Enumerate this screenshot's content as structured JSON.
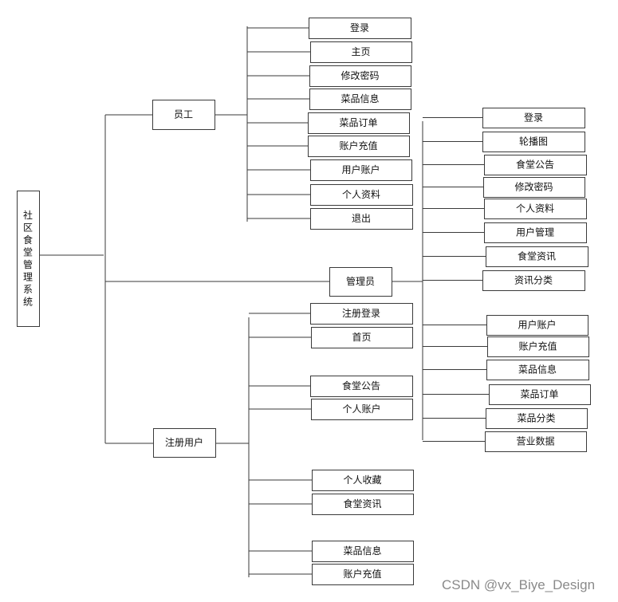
{
  "root": {
    "label": "社区食堂管理系统"
  },
  "branches": {
    "staff": {
      "label": "员工",
      "items": [
        "登录",
        "主页",
        "修改密码",
        "菜品信息",
        "菜品订单",
        "账户充值",
        "用户账户",
        "个人资料",
        "退出"
      ]
    },
    "admin": {
      "label": "管理员",
      "items": [
        "登录",
        "轮播图",
        "食堂公告",
        "修改密码",
        "个人资料",
        "用户管理",
        "食堂资讯",
        "资讯分类",
        "用户账户",
        "账户充值",
        "菜品信息",
        "菜品订单",
        "菜品分类",
        "营业数据"
      ]
    },
    "user": {
      "label": "注册用户",
      "items": [
        "注册登录",
        "首页",
        "食堂公告",
        "个人账户",
        "个人收藏",
        "食堂资讯",
        "菜品信息",
        "账户充值"
      ]
    }
  },
  "watermark": "CSDN @vx_Biye_Design"
}
